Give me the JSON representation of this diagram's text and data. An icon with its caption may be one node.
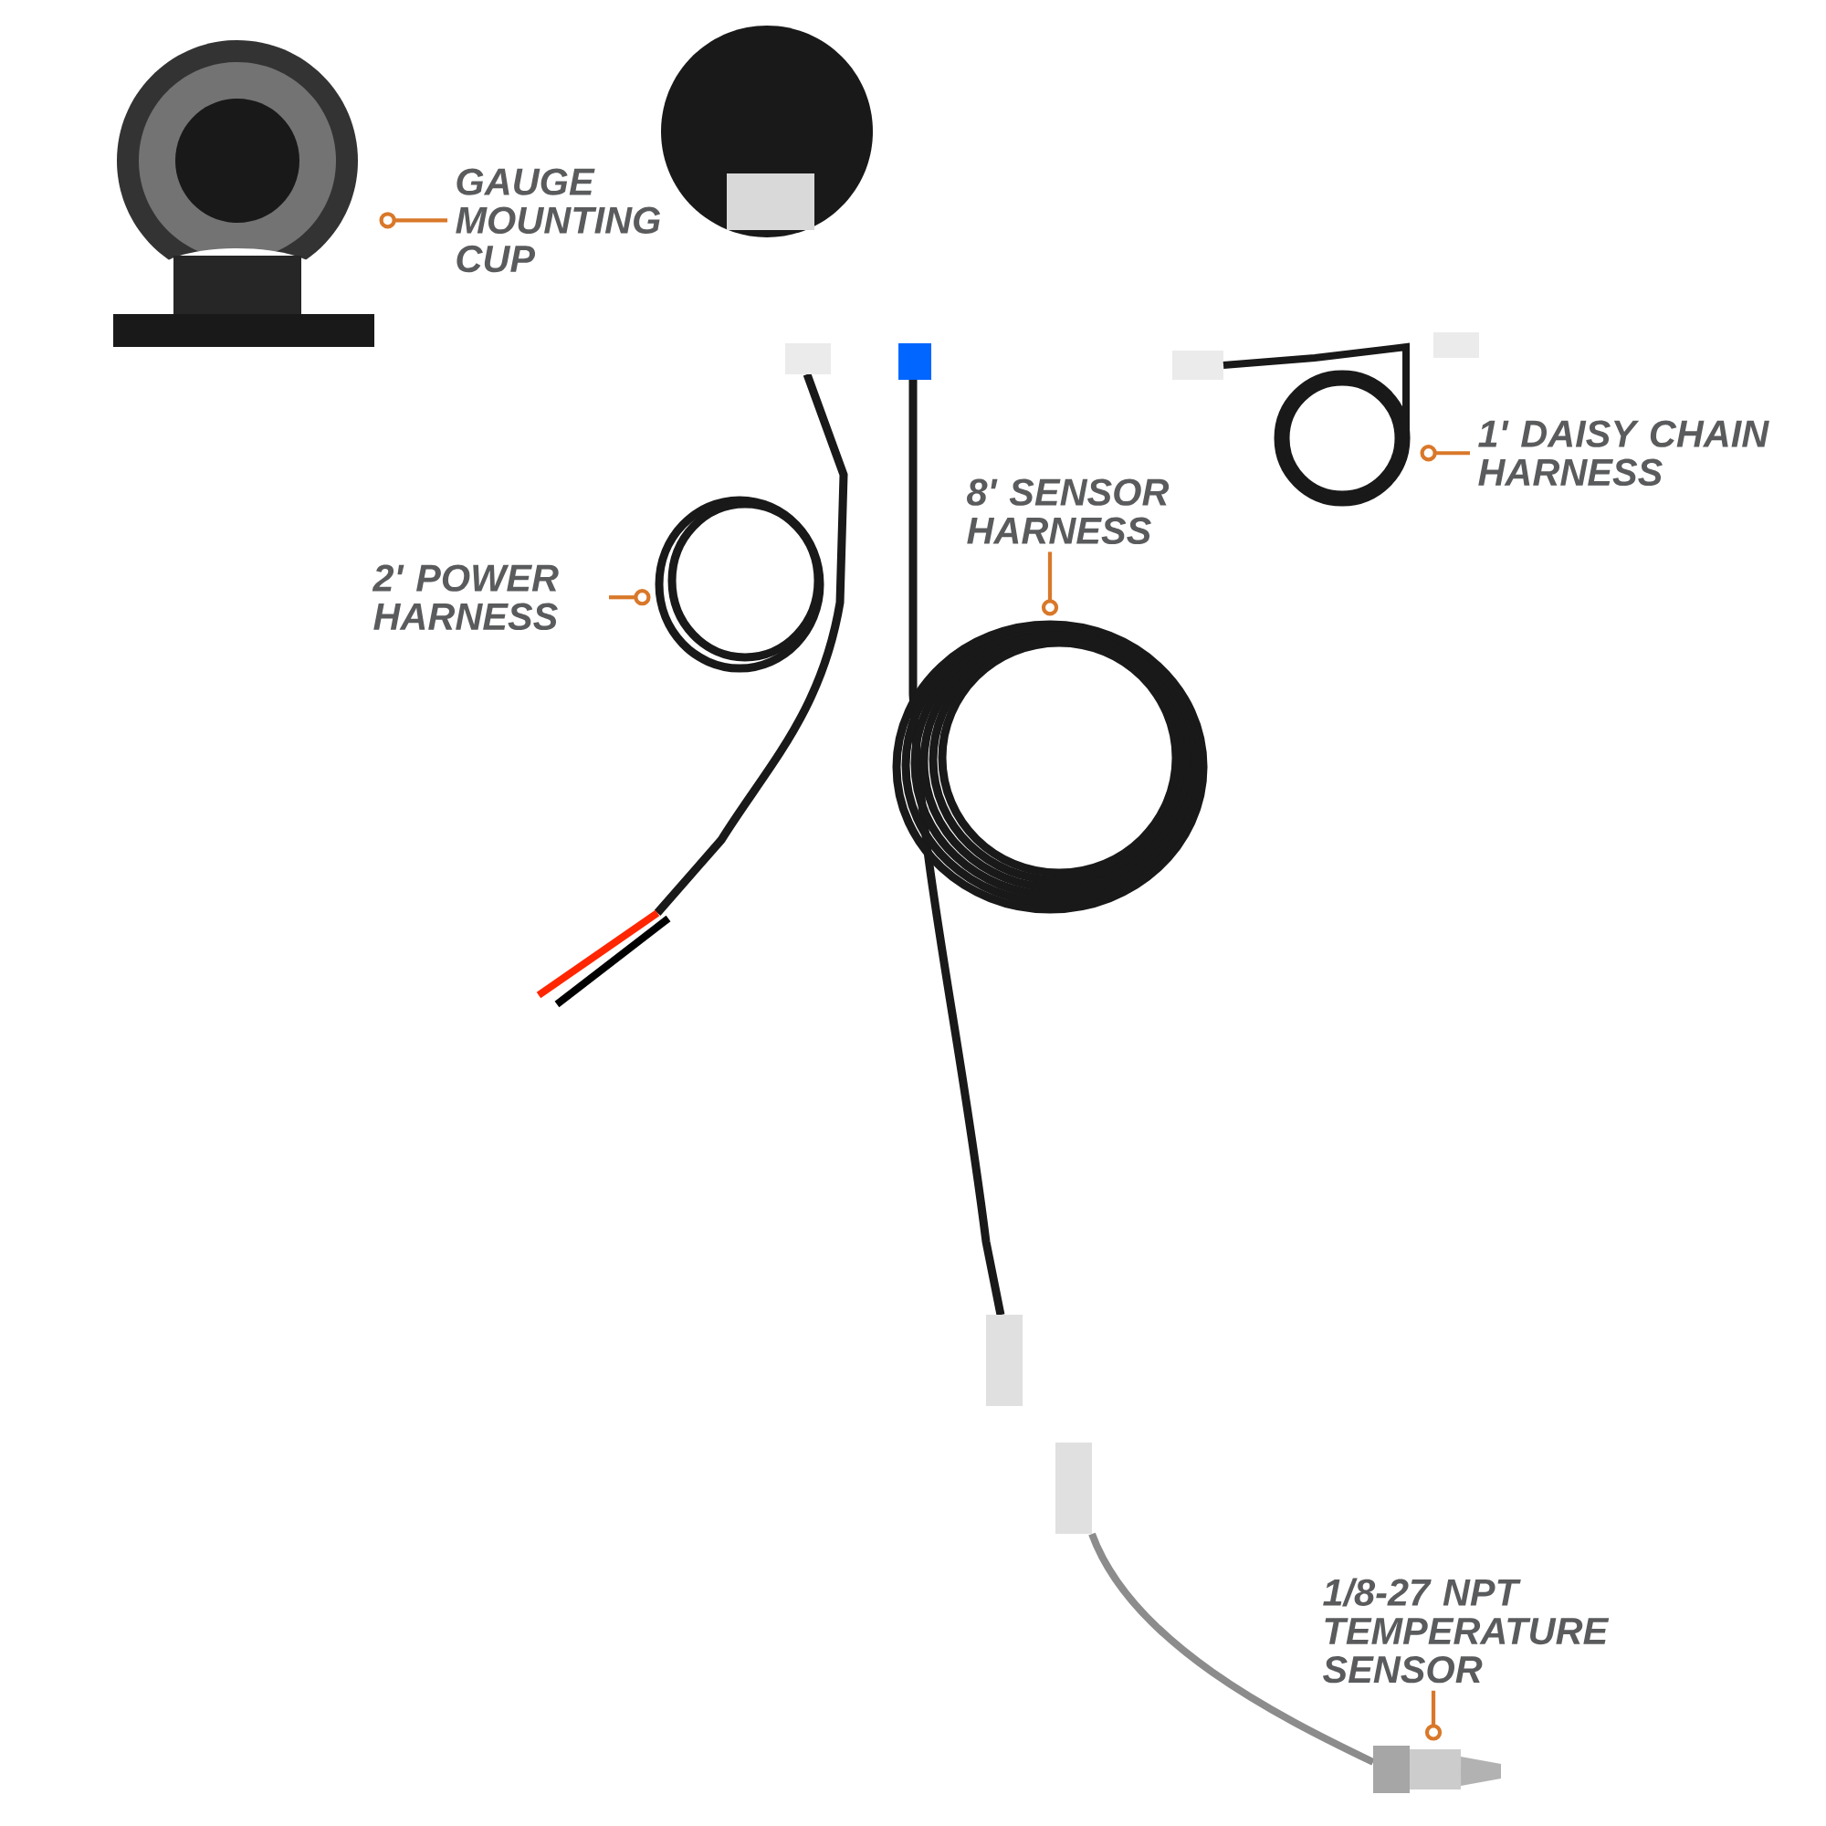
{
  "diagram": {
    "nodes": [
      {
        "text": [
          "GAUGE MOUNTING CUP"
        ]
      },
      {
        "text": [],
        "shape": "picture"
      },
      {
        "text": [
          "1' DAISY CHAIN HARNESS"
        ]
      },
      {
        "text": [],
        "shape": "picture"
      },
      {
        "text": [
          "2' POWER HARNESS"
        ]
      },
      {
        "text": [],
        "shape": "picture"
      },
      {
        "text": [
          "8' SENSOR HARNESS"
        ]
      },
      {
        "text": [],
        "shape": "picture"
      },
      {
        "text": [
          "1/8-27 NPT TEMPERATURE SENSOR"
        ]
      },
      {
        "text": [],
        "shape": "picture"
      }
    ],
    "edges": [
      {
        "from": 0,
        "to": 1,
        "arrow": "other"
      },
      {
        "from": 2,
        "to": 3,
        "arrow": "other"
      },
      {
        "from": 4,
        "to": 5,
        "arrow": "other"
      },
      {
        "from": 6,
        "to": 7,
        "arrow": "other"
      },
      {
        "from": 8,
        "to": 9,
        "arrow": "other"
      }
    ]
  }
}
